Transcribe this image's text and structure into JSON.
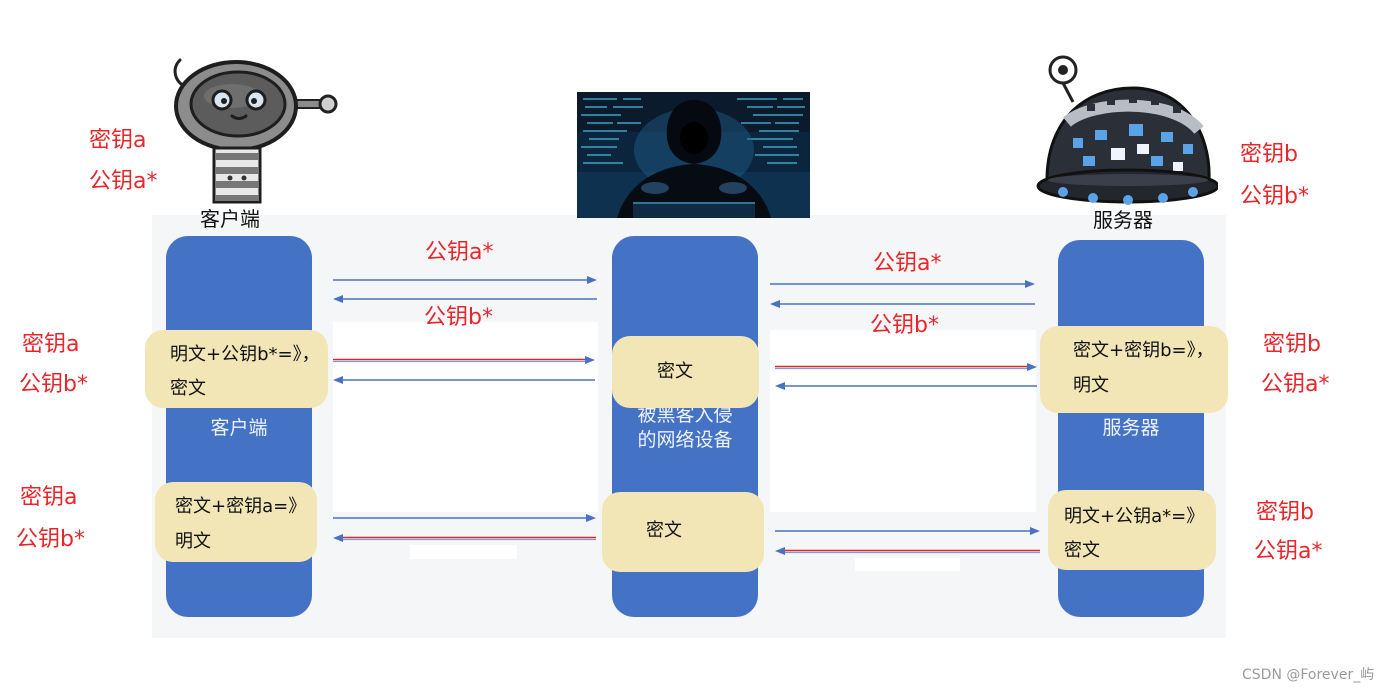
{
  "colors": {
    "column_blue": "#4472c4",
    "key_label_red": "#e8262a",
    "message_box_beige": "#f2e6b6",
    "panel_gray": "#f5f6f8"
  },
  "illustrations": {
    "client": "robot-icon",
    "attacker": "hooded-hacker-icon",
    "server": "server-robot-icon"
  },
  "captions": {
    "client": "客户端",
    "server": "服务器"
  },
  "columns": {
    "client": "客户端",
    "middle_line1": "被黑客入侵",
    "middle_line2": "的网络设备",
    "server": "服务器"
  },
  "key_labels": {
    "client_top": [
      "密钥a",
      "公钥a*"
    ],
    "server_top": [
      "密钥b",
      "公钥b*"
    ],
    "client_row2": [
      "密钥a",
      "公钥b*"
    ],
    "server_row2": [
      "密钥b",
      "公钥a*"
    ],
    "client_row3": [
      "密钥a",
      "公钥b*"
    ],
    "server_row3": [
      "密钥b",
      "公钥a*"
    ]
  },
  "exchange_labels": {
    "client_to_middle": "公钥a*",
    "middle_to_client": "公钥b*",
    "middle_to_server": "公钥a*",
    "server_to_middle": "公钥b*"
  },
  "message_boxes": {
    "client_encrypt": [
      "明文+公钥b*=》，",
      "密文"
    ],
    "middle_row2": "密文",
    "server_decrypt": [
      "密文+密钥b=》，",
      "明文"
    ],
    "client_decrypt": [
      "密文+密钥a=》",
      "明文"
    ],
    "middle_row3": "密文",
    "server_encrypt": [
      "明文+公钥a*=》",
      "密文"
    ]
  },
  "watermark": "CSDN @Forever_屿"
}
